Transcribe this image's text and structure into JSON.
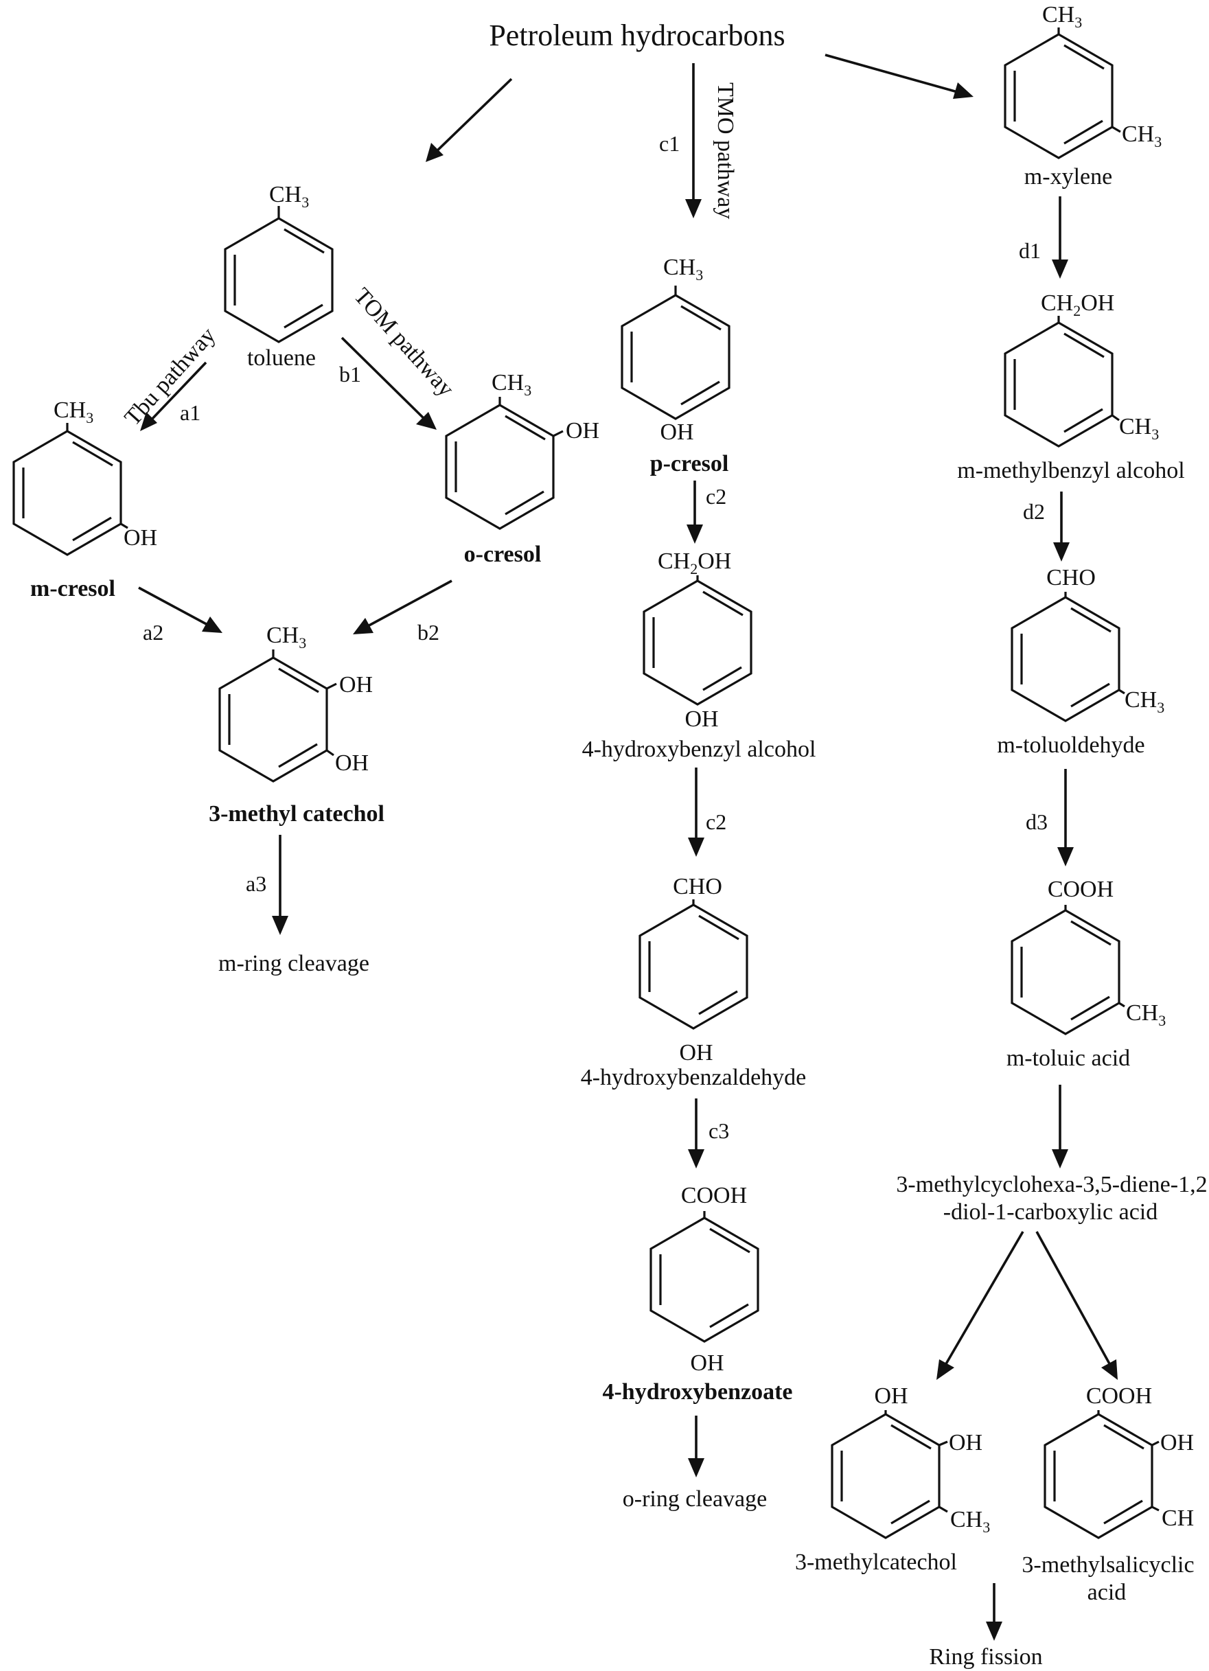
{
  "title": "Petroleum hydrocarbons",
  "molecules": {
    "toluene": {
      "name": "toluene",
      "sub": [
        {
          "main": "CH",
          "num": "3"
        }
      ]
    },
    "m_cresol": {
      "name": "m-cresol",
      "sub": [
        {
          "main": "CH",
          "num": "3"
        },
        {
          "main": "OH",
          "num": ""
        }
      ]
    },
    "o_cresol": {
      "name": "o-cresol",
      "sub": [
        {
          "main": "CH",
          "num": "3"
        },
        {
          "main": "OH",
          "num": ""
        }
      ]
    },
    "methyl_catechol_left": {
      "name": "3-methyl catechol",
      "sub": [
        {
          "main": "CH",
          "num": "3"
        },
        {
          "main": "OH",
          "num": ""
        },
        {
          "main": "OH",
          "num": ""
        }
      ]
    },
    "p_cresol": {
      "name": "p-cresol",
      "sub": [
        {
          "main": "CH",
          "num": "3"
        },
        {
          "main": "OH",
          "num": ""
        }
      ]
    },
    "hydroxybenzyl_alcohol": {
      "name": "4-hydroxybenzyl alcohol",
      "sub": [
        {
          "main": "CH",
          "num": "2",
          "tail": "OH"
        },
        {
          "main": "OH",
          "num": ""
        }
      ]
    },
    "hydroxybenzaldehyde": {
      "name": "4-hydroxybenzaldehyde",
      "sub": [
        {
          "main": "CHO",
          "num": ""
        },
        {
          "main": "OH",
          "num": ""
        }
      ]
    },
    "hydroxybenzoate": {
      "name": "4-hydroxybenzoate",
      "sub": [
        {
          "main": "COOH",
          "num": ""
        },
        {
          "main": "OH",
          "num": ""
        }
      ]
    },
    "m_xylene": {
      "name": "m-xylene",
      "sub": [
        {
          "main": "CH",
          "num": "3"
        },
        {
          "main": "CH",
          "num": "3"
        }
      ]
    },
    "m_methylbenzyl_alcohol": {
      "name": "m-methylbenzyl alcohol",
      "sub": [
        {
          "main": "CH",
          "num": "2",
          "tail": "OH"
        },
        {
          "main": "CH",
          "num": "3"
        }
      ]
    },
    "m_toluoldehyde": {
      "name": "m-toluoldehyde",
      "sub": [
        {
          "main": "CHO",
          "num": ""
        },
        {
          "main": "CH",
          "num": "3"
        }
      ]
    },
    "m_toluic_acid": {
      "name": "m-toluic acid",
      "sub": [
        {
          "main": "COOH",
          "num": ""
        },
        {
          "main": "CH",
          "num": "3"
        }
      ]
    },
    "methylcatechol_right": {
      "name": "3-methylcatechol",
      "sub": [
        {
          "main": "OH",
          "num": ""
        },
        {
          "main": "OH",
          "num": ""
        },
        {
          "main": "CH",
          "num": "3"
        }
      ]
    },
    "methylsalicyclic": {
      "name_line1": "3-methylsalicyclic",
      "name_line2": "acid",
      "sub": [
        {
          "main": "COOH",
          "num": ""
        },
        {
          "main": "OH",
          "num": ""
        },
        {
          "main": "CH",
          "num": ""
        }
      ]
    }
  },
  "intermediate": {
    "line1": "3-methylcyclohexa-3,5-diene-1,2",
    "line2": "-diol-1-carboxylic acid"
  },
  "pathways": {
    "tbu": "Tbu pathway",
    "tom": "TOM pathway",
    "tmo": "TMO pathway"
  },
  "steps": {
    "a1": "a1",
    "a2": "a2",
    "a3": "a3",
    "b1": "b1",
    "b2": "b2",
    "c1": "c1",
    "c2a": "c2",
    "c2b": "c2",
    "c3": "c3",
    "d1": "d1",
    "d2": "d2",
    "d3": "d3"
  },
  "endpoints": {
    "m_ring": "m-ring cleavage",
    "o_ring": "o-ring cleavage",
    "ring_fission": "Ring fission"
  }
}
